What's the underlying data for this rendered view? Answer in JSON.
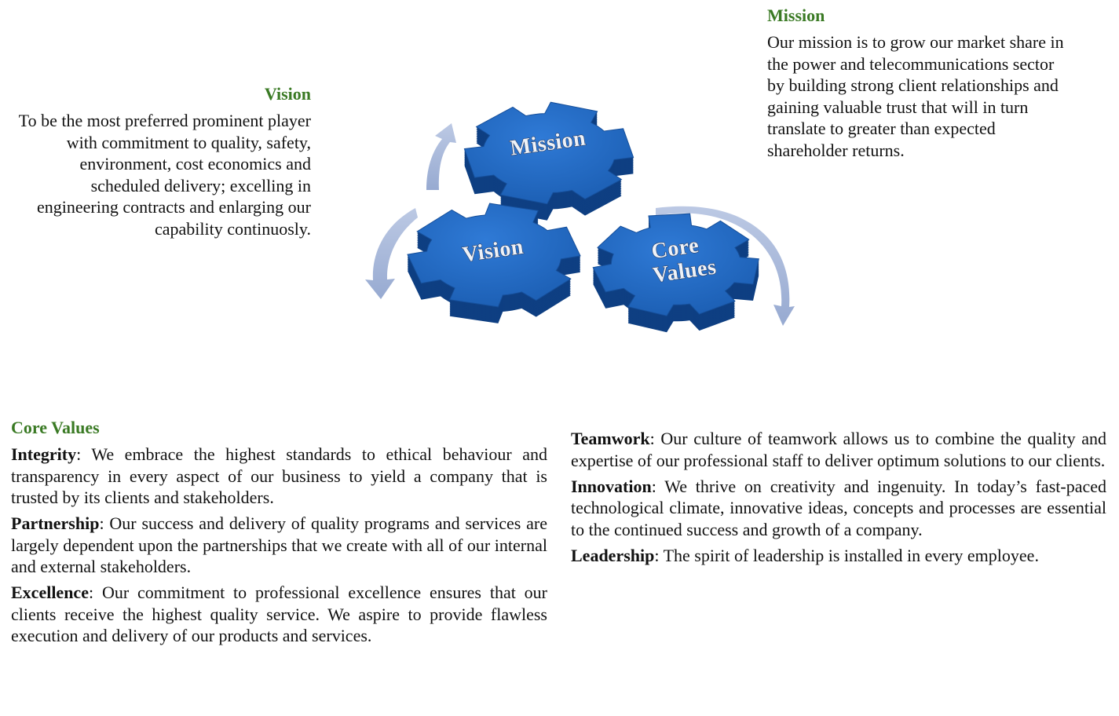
{
  "colors": {
    "heading": "#3a7a24",
    "gear_face": "#1f66bf",
    "gear_side": "#0e3f82",
    "arrow": "#a7b7d8",
    "text": "#111111"
  },
  "vision": {
    "heading": "Vision",
    "text": "To be the most preferred prominent player with commitment to quality, safety, environment, cost economics and scheduled delivery; excelling in engineering contracts and enlarging our capability continuosly."
  },
  "mission": {
    "heading": "Mission",
    "text": "Our mission is to grow our market share in the power and telecommunications sector by building strong client relationships and gaining valuable trust that will in turn translate to greater than expected shareholder returns."
  },
  "diagram": {
    "gears": [
      {
        "label_lines": [
          "Mission"
        ]
      },
      {
        "label_lines": [
          "Vision"
        ]
      },
      {
        "label_lines": [
          "Core",
          "Values"
        ]
      }
    ],
    "arrow_icons": [
      "curved-arrow-up-icon",
      "curved-arrow-down-left-icon",
      "curved-arrow-down-right-icon"
    ]
  },
  "core_values": {
    "heading": "Core Values",
    "items": [
      {
        "term": "Integrity",
        "sep": ": ",
        "text": "We embrace the highest standards to ethical behaviour and transparency in every aspect of our business to yield a company that is trusted by its clients and stakeholders."
      },
      {
        "term": "Partnership",
        "sep": ": ",
        "text": "Our success and delivery of quality programs and services are largely dependent upon the partnerships that we create with all of our internal and external stakeholders."
      },
      {
        "term": "Excellence",
        "sep": ": ",
        "text": "Our commitment to professional excellence ensures that our clients receive the highest quality service.  We aspire to provide flawless execution and delivery of our products and services."
      },
      {
        "term": "Teamwork",
        "sep": ": ",
        "text": "Our culture of teamwork allows us to combine the quality and expertise of our professional staff to deliver optimum solutions to our clients."
      },
      {
        "term": "Innovation",
        "sep": ": ",
        "text": "We thrive on creativity and ingenuity.  In today’s fast-paced technological climate, innovative ideas, concepts and processes are essential to the continued success and growth of a company."
      },
      {
        "term": "Leadership",
        "sep": ":  ",
        "text": "The spirit of leadership is installed in every employee."
      }
    ]
  }
}
